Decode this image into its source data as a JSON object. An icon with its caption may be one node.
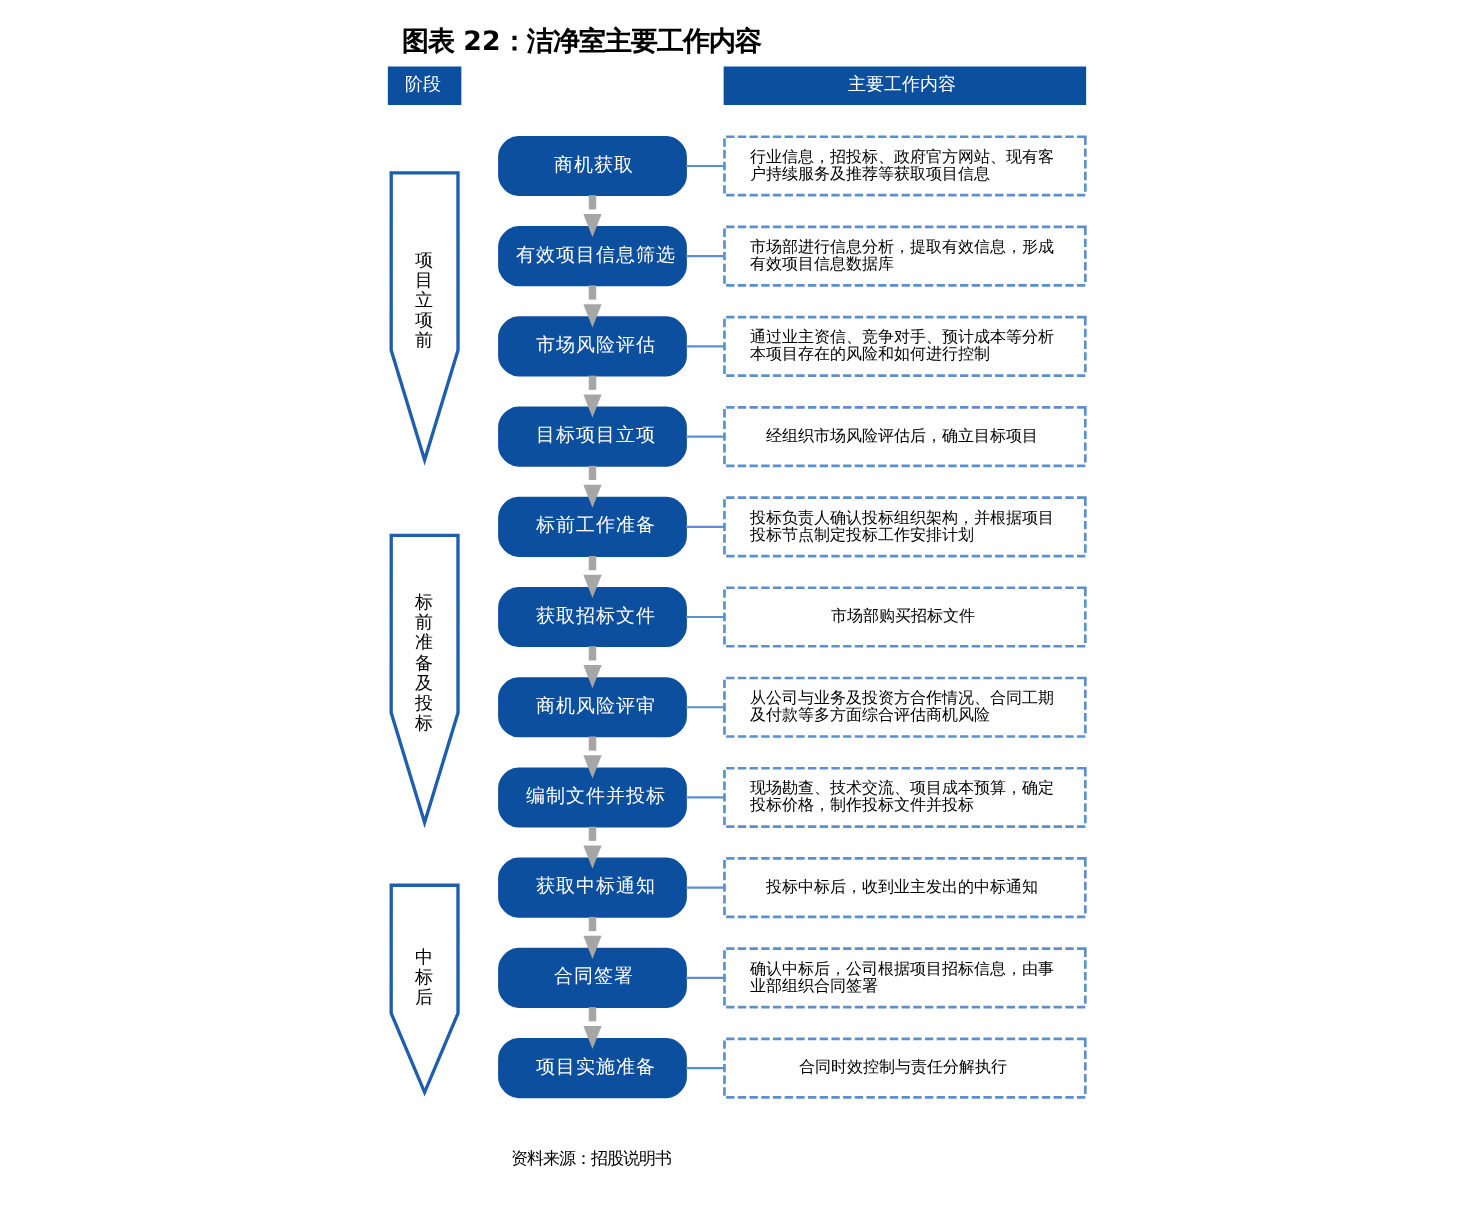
{
  "diagram": {
    "title": "图表 22：洁净室主要工作内容",
    "caption": "资料来源：招股说明书",
    "nodes": [
      {
        "text": [
          "阶段"
        ]
      },
      {
        "text": [
          "主要工作内容"
        ]
      },
      {
        "text": [
          "项目立项前"
        ]
      },
      {
        "text": [
          "标前准备及投标"
        ]
      },
      {
        "text": [
          "中标后"
        ]
      },
      {
        "text": [
          "商机获取"
        ]
      },
      {
        "text": [
          "有效项目信息筛选"
        ]
      },
      {
        "text": [
          "市场风险评估"
        ]
      },
      {
        "text": [
          "目标项目立项"
        ]
      },
      {
        "text": [
          "标前工作准备"
        ]
      },
      {
        "text": [
          "获取招标文件"
        ]
      },
      {
        "text": [
          "商机风险评审"
        ]
      },
      {
        "text": [
          "编制文件并投标"
        ]
      },
      {
        "text": [
          "获取中标通知"
        ]
      },
      {
        "text": [
          "合同签署"
        ]
      },
      {
        "text": [
          "项目实施准备"
        ]
      },
      {
        "text": [
          "行业信息，招投标、政府官方网站、现有客户持续服务及推荐等获取项目信息"
        ]
      },
      {
        "text": [
          "市场部进行信息分析，提取有效信息，形成有效项目信息数据库"
        ]
      },
      {
        "text": [
          "通过业主资信、竞争对手、预计成本等分析本项目存在的风险和如何进行控制"
        ]
      },
      {
        "text": [
          "经组织市场风险评估后，确立目标项目"
        ]
      },
      {
        "text": [
          "投标负责人确认投标组织架构，并根据项目投标节点制定投标工作安排计划"
        ]
      },
      {
        "text": [
          "市场部购买招标文件"
        ]
      },
      {
        "text": [
          "从公司与业务及投资方合作情况、合同工期及付款等多方面综合评估商机风险"
        ]
      },
      {
        "text": [
          "现场勘查、技术交流、项目成本预算，确定投标价格，制作投标文件并投标"
        ]
      },
      {
        "text": [
          "投标中标后，收到业主发出的中标通知"
        ]
      },
      {
        "text": [
          "确认中标后，公司根据项目招标信息，由事业部组织合同签署"
        ]
      },
      {
        "text": [
          "合同时效控制与责任分解执行"
        ]
      }
    ],
    "edges": [
      {
        "from": 5,
        "to": 16,
        "arrow": "none"
      },
      {
        "from": 5,
        "to": 6,
        "arrow": "to",
        "style": "thick",
        "color": "#a6a6a6"
      },
      {
        "from": 6,
        "to": 17,
        "arrow": "none"
      },
      {
        "from": 6,
        "to": 7,
        "arrow": "to",
        "style": "thick",
        "color": "#a6a6a6"
      },
      {
        "from": 7,
        "to": 18,
        "arrow": "none"
      },
      {
        "from": 7,
        "to": 8,
        "arrow": "to",
        "style": "thick",
        "color": "#a6a6a6"
      },
      {
        "from": 8,
        "to": 19,
        "arrow": "none"
      },
      {
        "from": 8,
        "to": 9,
        "arrow": "to",
        "style": "thick",
        "color": "#a6a6a6"
      },
      {
        "from": 9,
        "to": 20,
        "arrow": "none"
      },
      {
        "from": 9,
        "to": 10,
        "arrow": "to",
        "style": "thick",
        "color": "#a6a6a6"
      },
      {
        "from": 10,
        "to": 21,
        "arrow": "none"
      },
      {
        "from": 10,
        "to": 11,
        "arrow": "to",
        "style": "thick",
        "color": "#a6a6a6"
      },
      {
        "from": 11,
        "to": 22,
        "arrow": "none"
      },
      {
        "from": 11,
        "to": 12,
        "arrow": "to",
        "style": "thick",
        "color": "#a6a6a6"
      },
      {
        "from": 12,
        "to": 23,
        "arrow": "none"
      },
      {
        "from": 12,
        "to": 13,
        "arrow": "to",
        "style": "thick",
        "color": "#a6a6a6"
      },
      {
        "from": 13,
        "to": 24,
        "arrow": "none"
      },
      {
        "from": 13,
        "to": 14,
        "arrow": "to",
        "style": "thick",
        "color": "#a6a6a6"
      },
      {
        "from": 14,
        "to": 25,
        "arrow": "none"
      },
      {
        "from": 14,
        "to": 15,
        "arrow": "to",
        "style": "thick",
        "color": "#a6a6a6"
      },
      {
        "from": 15,
        "to": 26,
        "arrow": "none"
      }
    ]
  }
}
